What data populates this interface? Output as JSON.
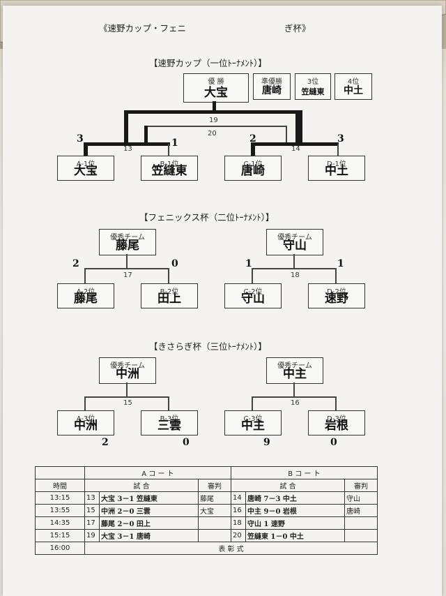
{
  "header": {
    "title_left": "《速野カップ・フェニ",
    "title_right": "ぎ杯》"
  },
  "cup1": {
    "heading": "【速野カップ（一位ﾄｰﾅﾒﾝﾄ）】",
    "awards": [
      {
        "label": "優 勝",
        "name": "大宝"
      },
      {
        "label": "準優勝",
        "name": "唐崎"
      },
      {
        "label": "3位",
        "name": "笠縫東"
      },
      {
        "label": "4位",
        "name": "中土"
      }
    ],
    "teams": [
      {
        "label": "A-1位",
        "name": "大宝"
      },
      {
        "label": "B-1位",
        "name": "笠縫東"
      },
      {
        "label": "C-1位",
        "name": "唐崎"
      },
      {
        "label": "D-1位",
        "name": "中土"
      }
    ],
    "match_nums": {
      "m13": "13",
      "m14": "14",
      "m19": "19",
      "m20": "20"
    },
    "scores": {
      "a": "3",
      "b": "1",
      "c": "2",
      "d": "3"
    }
  },
  "cup2": {
    "heading": "【フェニックス杯（二位ﾄｰﾅﾒﾝﾄ）】",
    "winners": [
      {
        "label": "優秀チーム",
        "name": "藤尾"
      },
      {
        "label": "優秀チーム",
        "name": "守山"
      }
    ],
    "teams": [
      {
        "label": "A-2位",
        "name": "藤尾"
      },
      {
        "label": "B-2位",
        "name": "田上"
      },
      {
        "label": "C-2位",
        "name": "守山"
      },
      {
        "label": "D-2位",
        "name": "速野"
      }
    ],
    "match_nums": {
      "m17": "17",
      "m18": "18"
    },
    "scores": {
      "a": "2",
      "b": "0",
      "c": "1",
      "d": "1"
    }
  },
  "cup3": {
    "heading": "【きさらぎ杯（三位ﾄｰﾅﾒﾝﾄ）】",
    "winners": [
      {
        "label": "優秀チーム",
        "name": "中洲"
      },
      {
        "label": "優秀チーム",
        "name": "中主"
      }
    ],
    "teams": [
      {
        "label": "A-3位",
        "name": "中洲"
      },
      {
        "label": "B-3位",
        "name": "三雲"
      },
      {
        "label": "C-3位",
        "name": "中主"
      },
      {
        "label": "D-3位",
        "name": "岩根"
      }
    ],
    "match_nums": {
      "m15": "15",
      "m16": "16"
    },
    "scores": {
      "a": "2",
      "b": "0",
      "c": "9",
      "d": "0"
    }
  },
  "schedule": {
    "col_time": "時間",
    "court_a": "A コ ー ト",
    "court_b": "B コ ー ト",
    "match": "試 合",
    "referee": "審判",
    "rows": [
      {
        "time": "13:15",
        "a_no": "13",
        "a_result": "大宝 3－1 笠縫東",
        "a_ref": "藤尾",
        "b_no": "14",
        "b_result": "唐崎 7－3 中土",
        "b_ref": "守山"
      },
      {
        "time": "13:55",
        "a_no": "15",
        "a_result": "中洲 2－0 三雲",
        "a_ref": "大宝",
        "b_no": "16",
        "b_result": "中主 9－0 岩根",
        "b_ref": "唐崎"
      },
      {
        "time": "14:35",
        "a_no": "17",
        "a_result": "藤尾 2－0 田上",
        "a_ref": "",
        "b_no": "18",
        "b_result": "守山 1 速野",
        "b_ref": ""
      },
      {
        "time": "15:15",
        "a_no": "19",
        "a_result": "大宝 3－1 唐崎",
        "a_ref": "",
        "b_no": "20",
        "b_result": "笠縫東 1－0 中土",
        "b_ref": ""
      }
    ],
    "final_time": "16:00",
    "ceremony": "表 彰 式"
  }
}
